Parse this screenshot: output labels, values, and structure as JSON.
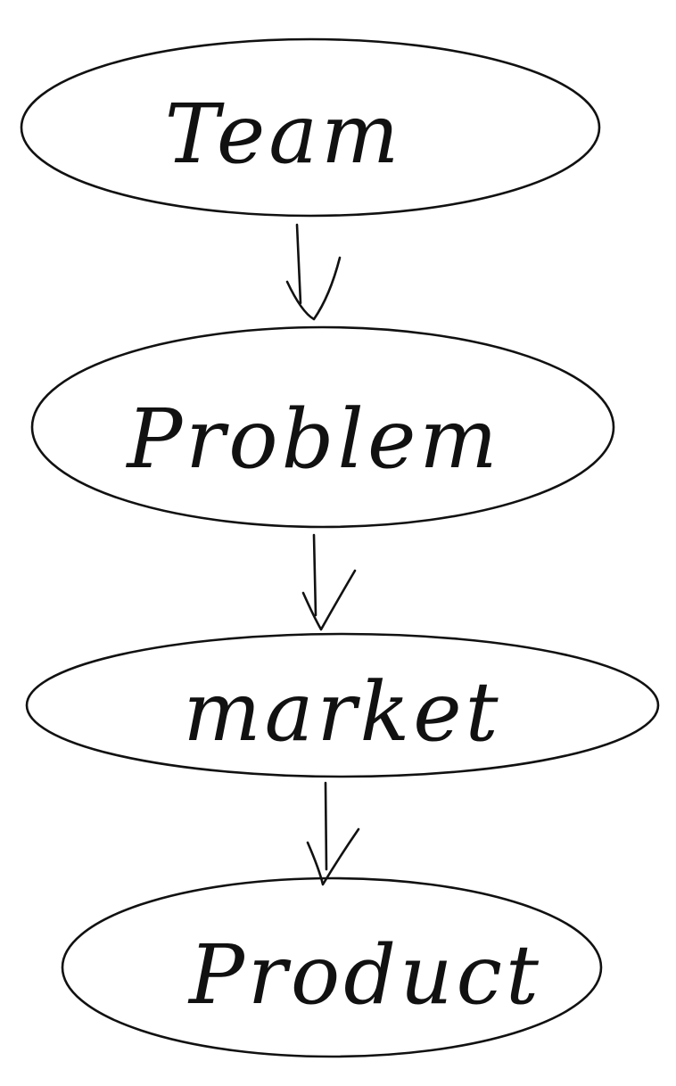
{
  "diagram": {
    "nodes": [
      {
        "id": "team",
        "label": "Team"
      },
      {
        "id": "problem",
        "label": "Problem"
      },
      {
        "id": "market",
        "label": "market"
      },
      {
        "id": "product",
        "label": "Product"
      }
    ],
    "edges": [
      {
        "from": "team",
        "to": "problem"
      },
      {
        "from": "problem",
        "to": "market"
      },
      {
        "from": "market",
        "to": "product"
      }
    ]
  }
}
